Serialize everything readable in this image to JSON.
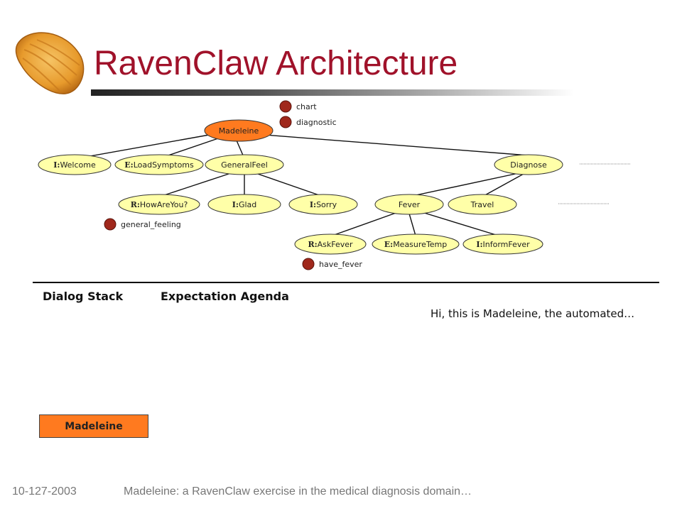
{
  "slide": {
    "title": "RavenClaw Architecture",
    "footer_number": "10-127-2003",
    "footer_text": "Madeleine: a RavenClaw exercise in the medical diagnosis domain…"
  },
  "colors": {
    "title": "#a0122a",
    "node_fill": "#ffffa8",
    "active_node_fill": "#ff7a1f",
    "concept_fill": "#a0281c"
  },
  "tree": {
    "nodes": [
      {
        "id": "madeleine",
        "prefix": "",
        "label": "Madeleine",
        "active": true
      },
      {
        "id": "welcome",
        "prefix": "I:",
        "label": "Welcome"
      },
      {
        "id": "loadsymptoms",
        "prefix": "E:",
        "label": "LoadSymptoms"
      },
      {
        "id": "generalfeel",
        "prefix": "",
        "label": "GeneralFeel"
      },
      {
        "id": "diagnose",
        "prefix": "",
        "label": "Diagnose"
      },
      {
        "id": "howareyou",
        "prefix": "R:",
        "label": "HowAreYou?"
      },
      {
        "id": "glad",
        "prefix": "I:",
        "label": "Glad"
      },
      {
        "id": "sorry",
        "prefix": "I:",
        "label": "Sorry"
      },
      {
        "id": "fever",
        "prefix": "",
        "label": "Fever"
      },
      {
        "id": "travel",
        "prefix": "",
        "label": "Travel"
      },
      {
        "id": "askfever",
        "prefix": "R:",
        "label": "AskFever"
      },
      {
        "id": "measuretemp",
        "prefix": "E:",
        "label": "MeasureTemp"
      },
      {
        "id": "informfever",
        "prefix": "I:",
        "label": "InformFever"
      }
    ],
    "edges": [
      [
        "madeleine",
        "welcome"
      ],
      [
        "madeleine",
        "loadsymptoms"
      ],
      [
        "madeleine",
        "generalfeel"
      ],
      [
        "madeleine",
        "diagnose"
      ],
      [
        "generalfeel",
        "howareyou"
      ],
      [
        "generalfeel",
        "glad"
      ],
      [
        "generalfeel",
        "sorry"
      ],
      [
        "diagnose",
        "fever"
      ],
      [
        "diagnose",
        "travel"
      ],
      [
        "fever",
        "askfever"
      ],
      [
        "fever",
        "measuretemp"
      ],
      [
        "fever",
        "informfever"
      ]
    ],
    "concepts": [
      {
        "id": "chart",
        "label": "chart"
      },
      {
        "id": "diagnostic",
        "label": "diagnostic"
      },
      {
        "id": "general_feeling",
        "label": "general_feeling"
      },
      {
        "id": "have_fever",
        "label": "have_fever"
      }
    ]
  },
  "panel": {
    "dialog_stack_label": "Dialog Stack",
    "expectation_agenda_label": "Expectation Agenda",
    "system_utterance": "Hi, this is Madeleine, the automated…",
    "stack_items": [
      "Madeleine"
    ]
  }
}
